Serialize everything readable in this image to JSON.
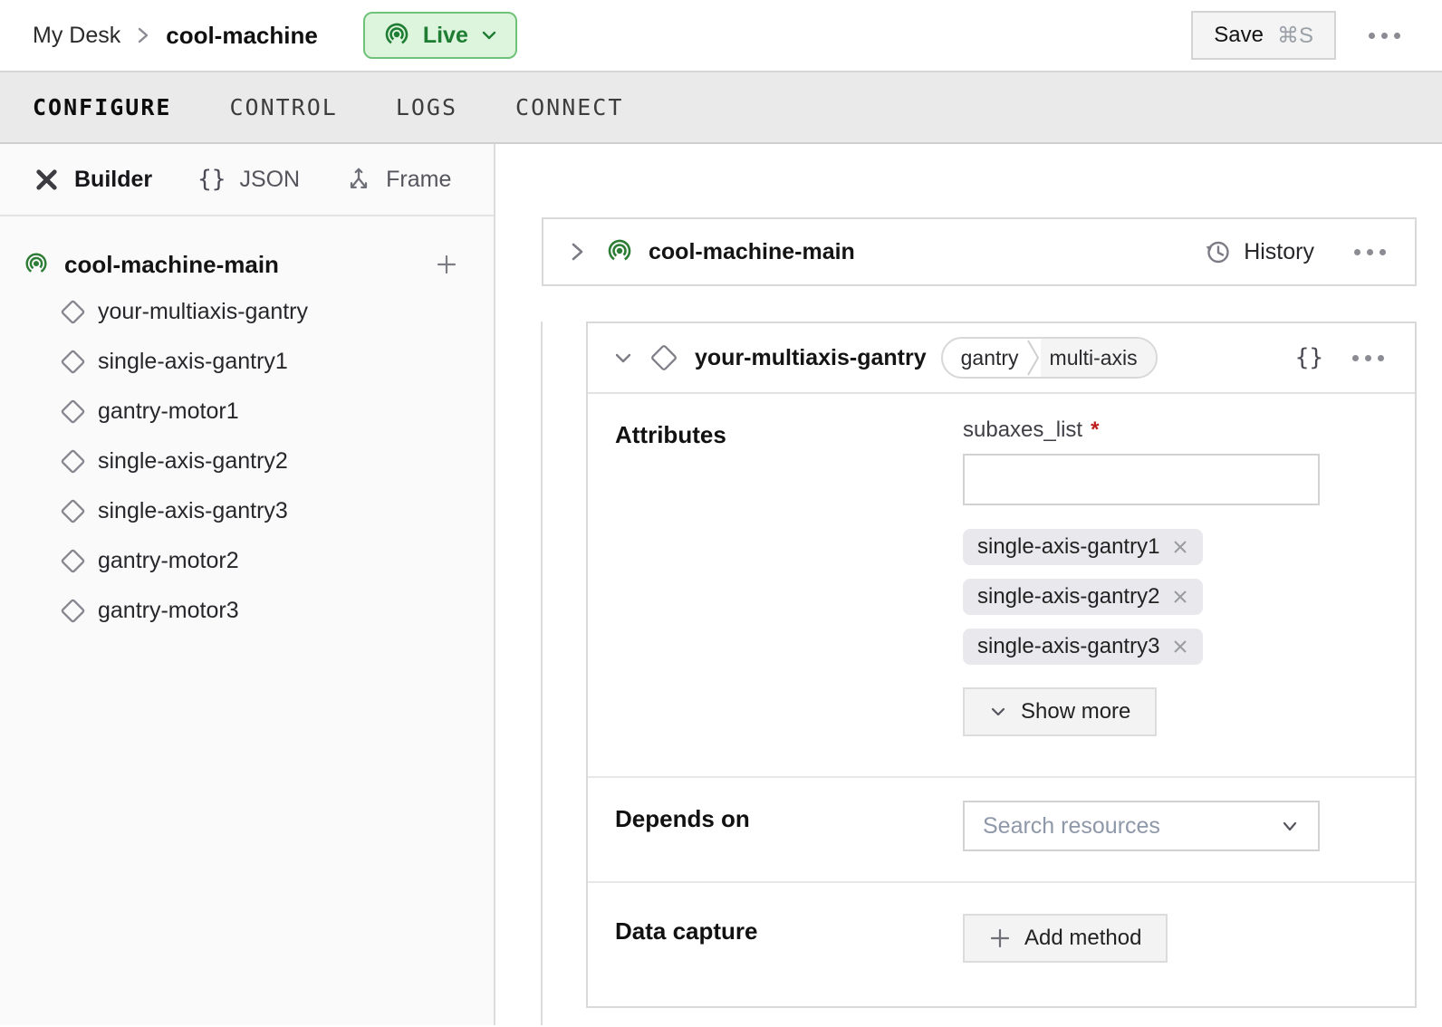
{
  "header": {
    "breadcrumb": {
      "root": "My Desk",
      "current": "cool-machine"
    },
    "live_status": {
      "label": "Live"
    },
    "save_button": {
      "label": "Save",
      "shortcut": "⌘S"
    }
  },
  "nav": {
    "tabs": [
      {
        "label": "CONFIGURE",
        "active": true
      },
      {
        "label": "CONTROL",
        "active": false
      },
      {
        "label": "LOGS",
        "active": false
      },
      {
        "label": "CONNECT",
        "active": false
      }
    ]
  },
  "sidebar": {
    "mode_tabs": [
      {
        "label": "Builder",
        "icon": "tools-icon",
        "active": true
      },
      {
        "label": "JSON",
        "icon": "braces-icon",
        "active": false
      },
      {
        "label": "Frame",
        "icon": "frame-axes-icon",
        "active": false
      }
    ],
    "braces_glyph": "{}",
    "tree": {
      "root_label": "cool-machine-main",
      "items": [
        "your-multiaxis-gantry",
        "single-axis-gantry1",
        "gantry-motor1",
        "single-axis-gantry2",
        "single-axis-gantry3",
        "gantry-motor2",
        "gantry-motor3"
      ]
    }
  },
  "main": {
    "machine_card": {
      "title": "cool-machine-main",
      "history_label": "History"
    },
    "component_card": {
      "title": "your-multiaxis-gantry",
      "type_badges": [
        "gantry",
        "multi-axis"
      ],
      "braces_glyph": "{}",
      "attributes": {
        "heading": "Attributes",
        "field_label": "subaxes_list",
        "required_marker": "*",
        "input_value": "",
        "value_chips": [
          "single-axis-gantry1",
          "single-axis-gantry2",
          "single-axis-gantry3"
        ],
        "show_more_label": "Show more"
      },
      "depends_on": {
        "heading": "Depends on",
        "search_placeholder": "Search resources"
      },
      "data_capture": {
        "heading": "Data capture",
        "add_method_label": "Add method"
      }
    }
  },
  "colors": {
    "live_green": "#1e7d32",
    "live_bg": "#ddf4dd",
    "live_border": "#6fc27a",
    "machine_icon_green": "#2e7d36",
    "required_red": "#bf1d1d"
  }
}
